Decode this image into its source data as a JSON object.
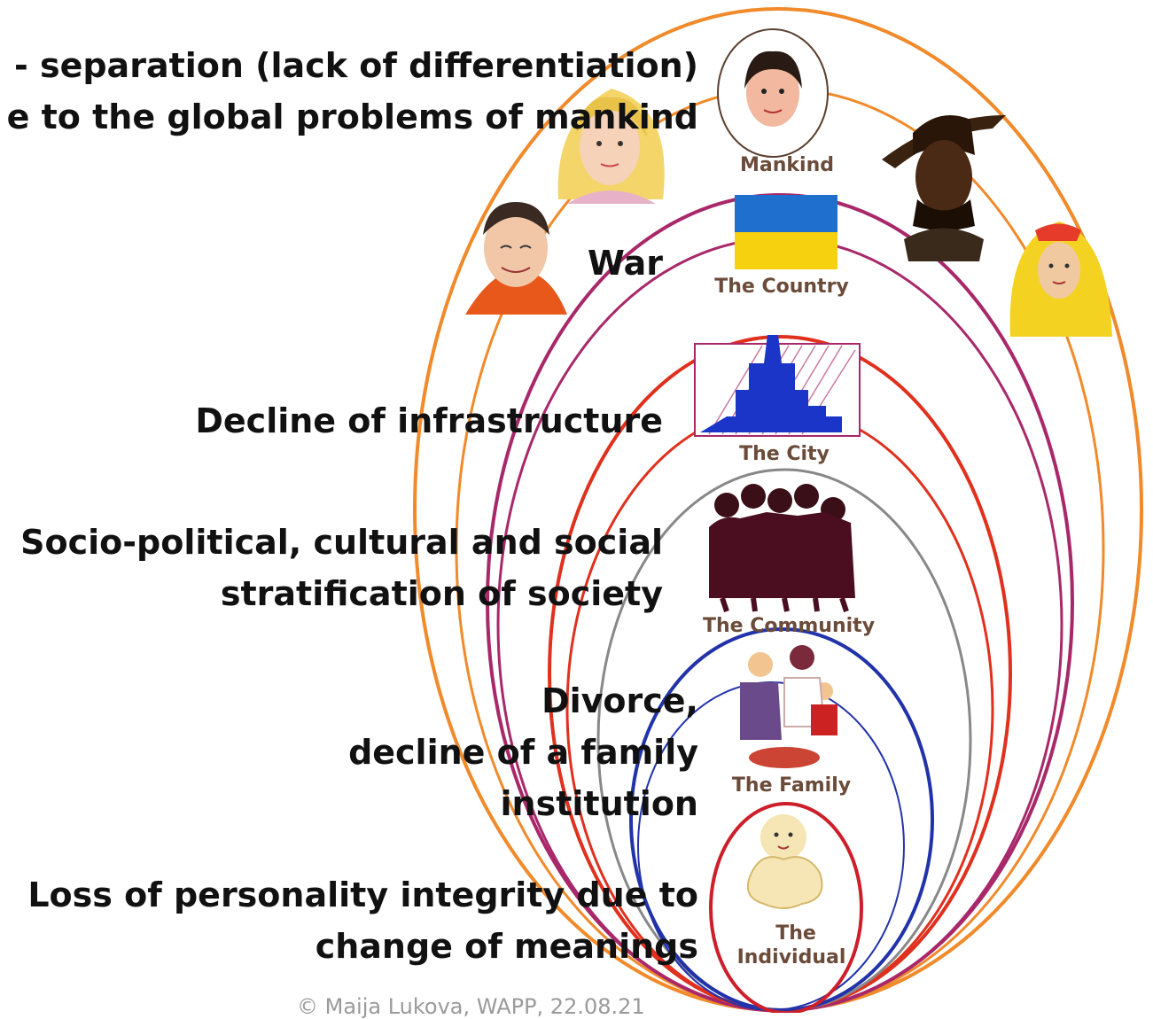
{
  "captions": {
    "mankind_line1": "- separation (lack of differentiation)",
    "mankind_line2": "e to the global problems of mankind",
    "country": "War",
    "city": "Decline of infrastructure",
    "community_line1": "Socio-political, cultural and social",
    "community_line2": "stratification of society",
    "family_line1": "Divorce,",
    "family_line2": "decline of a family",
    "family_line3": "institution",
    "individual_line1": "Loss of personality integrity due to",
    "individual_line2": "change of meanings"
  },
  "rings": {
    "mankind": "Mankind",
    "country": "The Country",
    "city": "The City",
    "community": "The Community",
    "family": "The Family",
    "individual_line1": "The",
    "individual_line2": "Individual"
  },
  "footer": {
    "copyright": "© Maija  Lukova, WAPP, 22.08.21"
  },
  "colors": {
    "outer_orange": "#f08a2a",
    "magenta": "#a8286a",
    "red": "#e0301e",
    "grey": "#888888",
    "blue": "#2233aa",
    "inner_red": "#cc1f2a",
    "flag_blue": "#1f6fcf",
    "flag_yellow": "#f6d10f",
    "city_blue": "#1a35c8"
  }
}
